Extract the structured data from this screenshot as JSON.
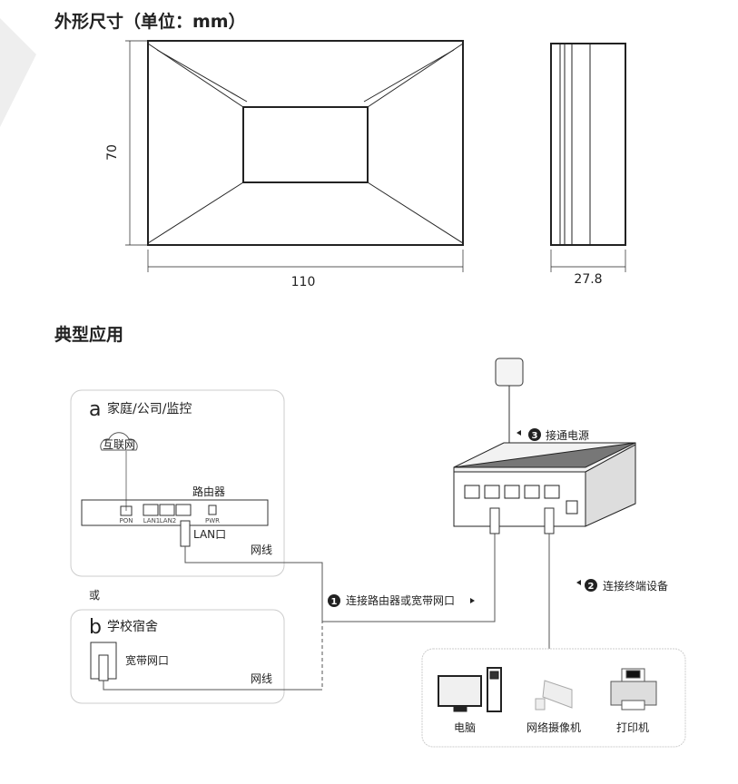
{
  "dimensions": {
    "title": "外形尺寸（单位：mm）",
    "height": "70",
    "width": "110",
    "depth": "27.8"
  },
  "application": {
    "title": "典型应用",
    "scenario_a": {
      "letter": "a",
      "label": "家庭/公司/监控",
      "cloud": "互联网",
      "router": "路由器",
      "ports": [
        "PON",
        "LAN1",
        "LAN2",
        "PWR"
      ],
      "lan_port": "LAN口",
      "cable": "网线"
    },
    "or_label": "或",
    "scenario_b": {
      "letter": "b",
      "label": "学校宿舍",
      "wall_port": "宽带网口",
      "cable": "网线"
    },
    "steps": [
      {
        "num": "1",
        "label": "连接路由器或宽带网口"
      },
      {
        "num": "2",
        "label": "连接终端设备"
      },
      {
        "num": "3",
        "label": "接通电源"
      }
    ],
    "devices": [
      "电脑",
      "网络摄像机",
      "打印机"
    ]
  },
  "colors": {
    "line": "#222222",
    "box": "#cccccc"
  }
}
